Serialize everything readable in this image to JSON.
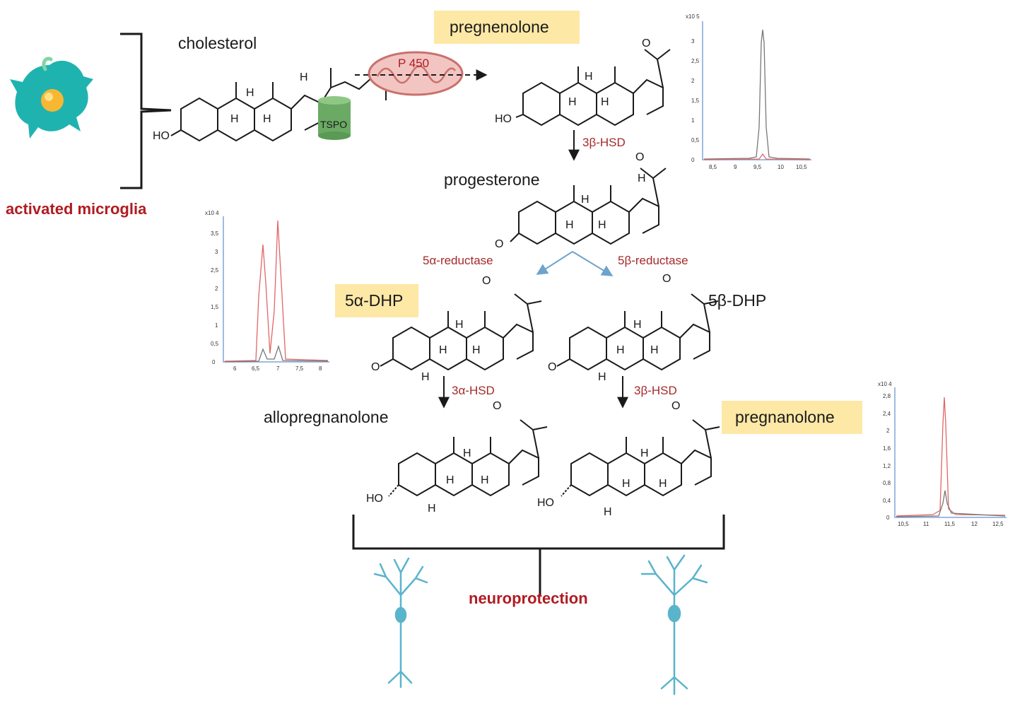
{
  "labels": {
    "microglia": "activated microglia",
    "cholesterol": "cholesterol",
    "tspo": "TSPO",
    "p450": "P 450",
    "pregnenolone": "pregnenolone",
    "progesterone": "progesterone",
    "dhp_alpha": "5α-DHP",
    "dhp_beta": "5β-DHP",
    "allopregnanolone": "allopregnanolone",
    "pregnanolone": "pregnanolone",
    "neuroprotection": "neuroprotection"
  },
  "enzymes": {
    "hsd3b_top": "3β-HSD",
    "red5a": "5α-reductase",
    "red5b": "5β-reductase",
    "hsd3a": "3α-HSD",
    "hsd3b_bottom": "3β-HSD"
  },
  "atoms": {
    "ho": "HO",
    "h": "H",
    "o": "O"
  },
  "chromatograms": {
    "top": {
      "exponent": "x10 5",
      "y_ticks": [
        "0",
        "0,5",
        "1",
        "1,5",
        "2",
        "2,5",
        "3"
      ],
      "x_ticks": [
        "8,5",
        "9",
        "9,5",
        "10",
        "10,5"
      ]
    },
    "left": {
      "exponent": "x10 4",
      "y_ticks": [
        "0",
        "0,5",
        "1",
        "1,5",
        "2",
        "2,5",
        "3",
        "3,5"
      ],
      "x_ticks": [
        "6",
        "6,5",
        "7",
        "7,5",
        "8"
      ]
    },
    "right": {
      "exponent": "x10 4",
      "y_ticks": [
        "0",
        "0,4",
        "0,8",
        "1,2",
        "1,6",
        "2",
        "2,4",
        "2,8"
      ],
      "x_ticks": [
        "10,5",
        "11",
        "11,5",
        "12",
        "12,5"
      ]
    }
  },
  "colors": {
    "accent_red": "#b01c22",
    "enzyme_red": "#a52a2a",
    "highlight": "#fde8a6",
    "microglia": "#1fb3b0",
    "tspo": "#6aaa64",
    "neuron": "#5ab4cc",
    "reductase_arrow": "#6ea3cc",
    "trace_red": "#e06666",
    "trace_gray": "#777777"
  },
  "icons": [
    "microglia-icon",
    "mitochondrion-icon",
    "tspo-cylinder-icon",
    "neuron-icon"
  ]
}
